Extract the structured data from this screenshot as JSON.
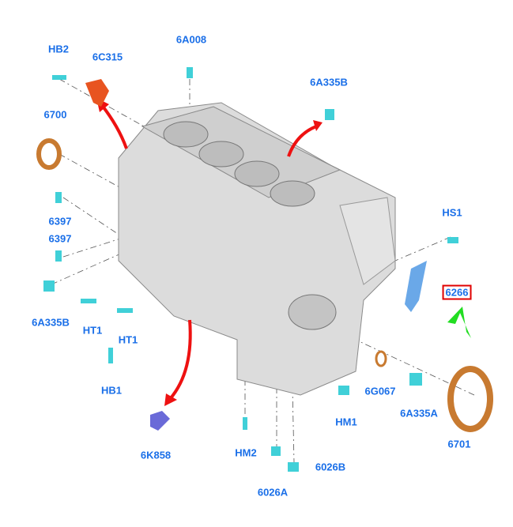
{
  "diagram": {
    "title": "Cylinder block exploded view",
    "highlighted_part": "6266",
    "colors": {
      "label": "#1a6fe8",
      "highlight_box": "#e00000",
      "pointer_arrow": "#22dd22",
      "motion_arrow": "#ee1111",
      "block": "#d8d8d8",
      "seal": "#c87a30",
      "bolt": "#40d0d8"
    },
    "labels": {
      "hb2": "HB2",
      "c6c315": "6C315",
      "a6a008": "6A008",
      "a6a335b_top": "6A335B",
      "s6700": "6700",
      "hs1": "HS1",
      "s6397_a": "6397",
      "s6397_b": "6397",
      "s6266": "6266",
      "a6a335b_left": "6A335B",
      "ht1_a": "HT1",
      "ht1_b": "HT1",
      "hb1": "HB1",
      "g6g067": "6G067",
      "hm1": "HM1",
      "a6a335a": "6A335A",
      "s6701": "6701",
      "k6k858": "6K858",
      "hm2": "HM2",
      "b6026b": "6026B",
      "a6026a": "6026A"
    }
  }
}
